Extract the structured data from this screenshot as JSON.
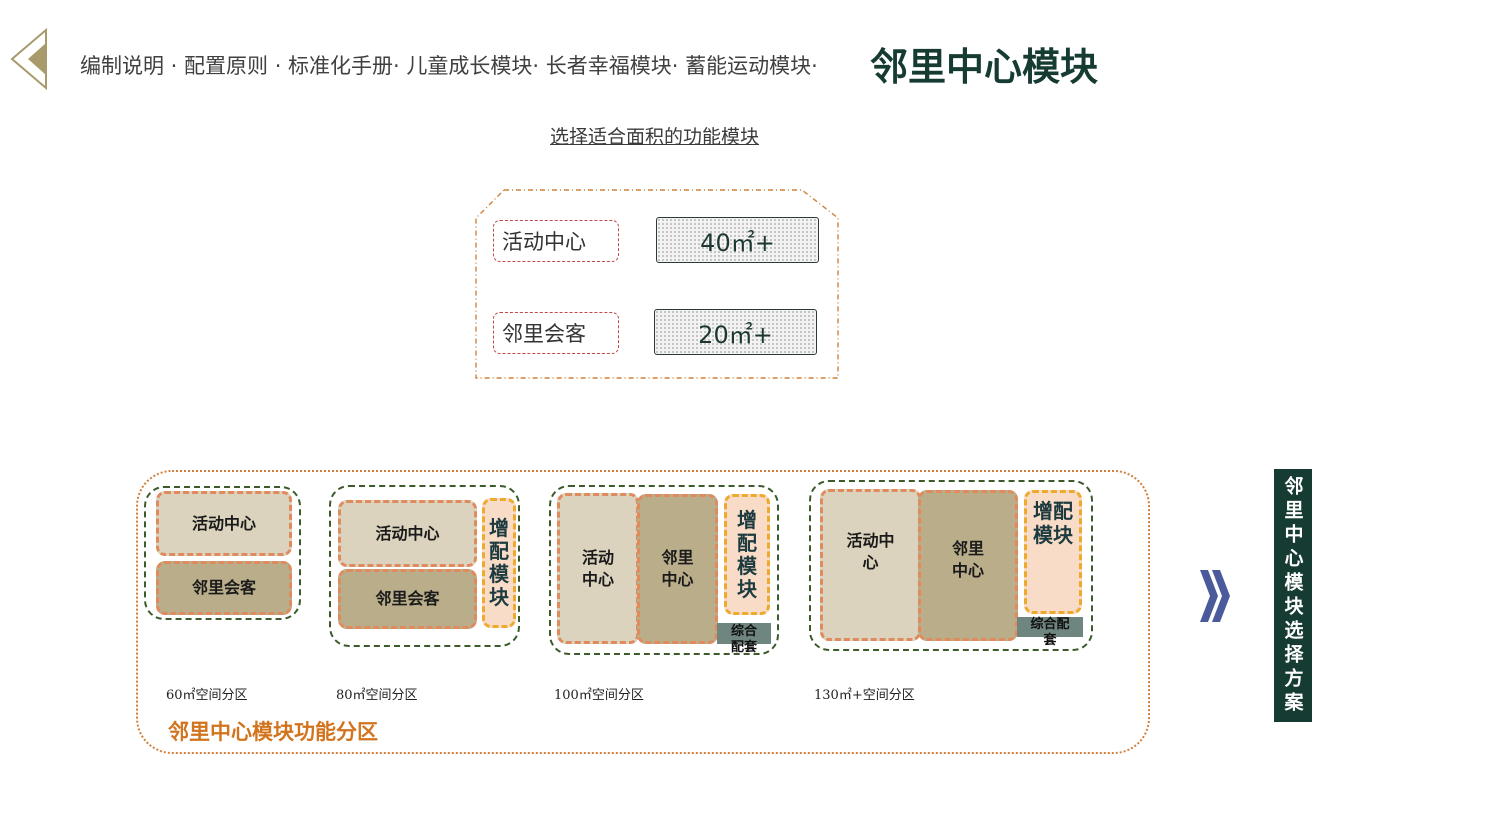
{
  "header": {
    "breadcrumb": "编制说明 · 配置原则 · 标准化手册· 儿童成长模块· 长者幸福模块· 蓄能运动模块·",
    "title": "邻里中心模块"
  },
  "subtitle": "选择适合面积的功能模块",
  "area_options": [
    {
      "label": "活动中心",
      "area": "40㎡+"
    },
    {
      "label": "邻里会客",
      "area": "20㎡+"
    }
  ],
  "zoning": {
    "title": "邻里中心模块功能分区",
    "plans": [
      {
        "space_label": "60㎡空间分区",
        "blocks": [
          "活动中心",
          "邻里会客"
        ]
      },
      {
        "space_label": "80㎡空间分区",
        "blocks": [
          "活动中心",
          "邻里会客"
        ],
        "addon": "增\n配\n模\n块"
      },
      {
        "space_label": "100㎡空间分区",
        "blocks": [
          "活动\n中心",
          "邻里\n中心"
        ],
        "addon": "增\n配\n模\n块",
        "support": "综合\n配套"
      },
      {
        "space_label": "130㎡+空间分区",
        "blocks": [
          "活动中\n心",
          "邻里\n中心"
        ],
        "addon": "增配\n模块",
        "support": "综合配\n套"
      }
    ]
  },
  "side_banner": "邻里中心模块选择方案",
  "colors": {
    "dark_green": "#163b33",
    "orange": "#d2741e",
    "gold": "#a89a6a",
    "dashed_red": "#c44747",
    "chevron_blue": "#4a5a9a"
  }
}
